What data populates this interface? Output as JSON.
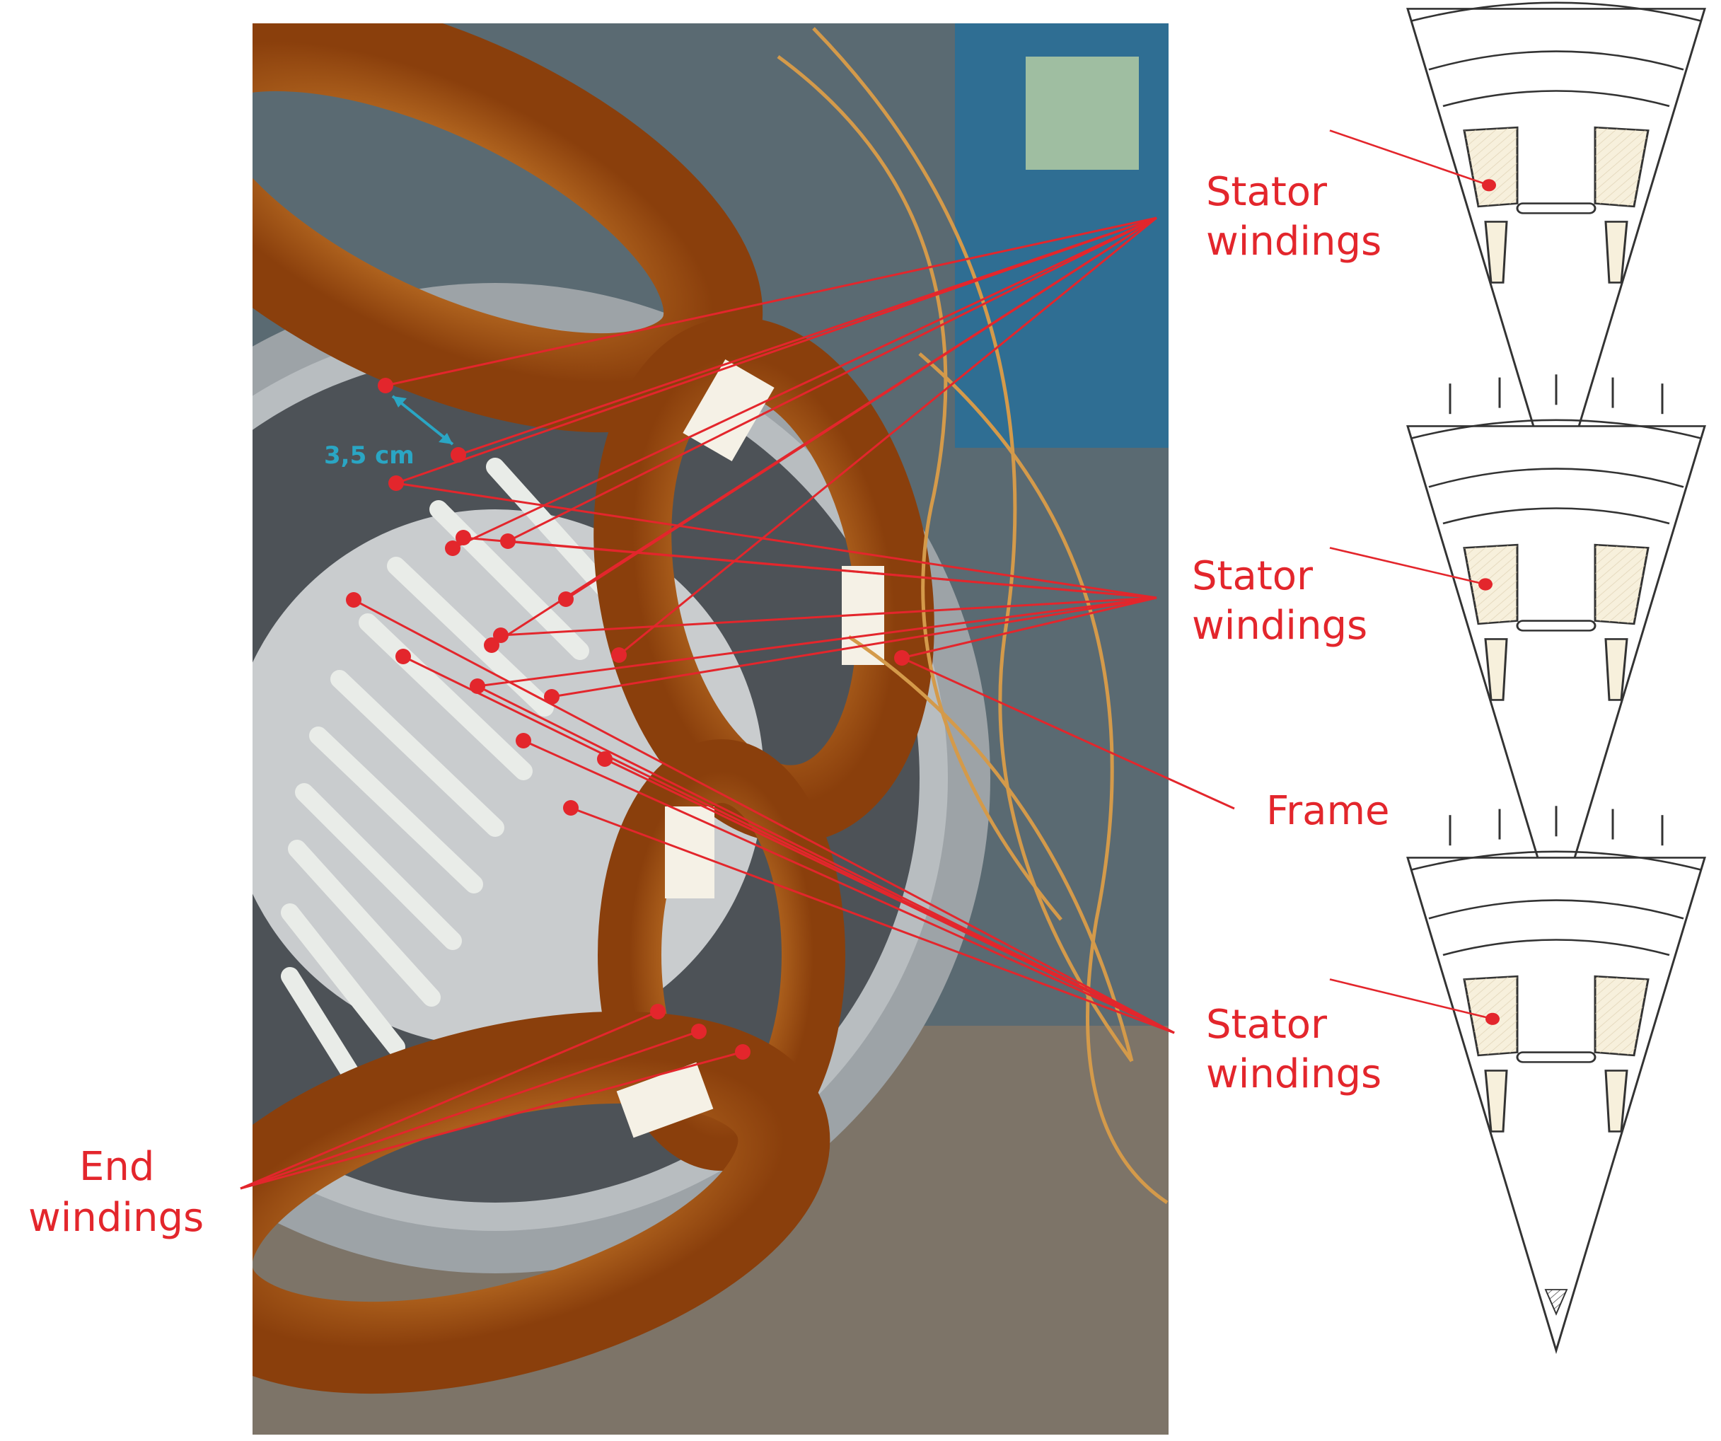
{
  "labels": {
    "stator_top_line1": "Stator",
    "stator_top_line2": "windings",
    "stator_mid_line1": "Stator",
    "stator_mid_line2": "windings",
    "frame": "Frame",
    "stator_bot_line1": "Stator",
    "stator_bot_line2": "windings",
    "end_line1": "End",
    "end_line2": "windings",
    "measurement": "3,5 cm"
  },
  "colors": {
    "annotation": "#e3262c",
    "measurement": "#2aa6c4",
    "copper": "#c86a18",
    "core": "#c9ccce",
    "frame": "#9da3a7",
    "insulation": "#f5f1e6"
  }
}
